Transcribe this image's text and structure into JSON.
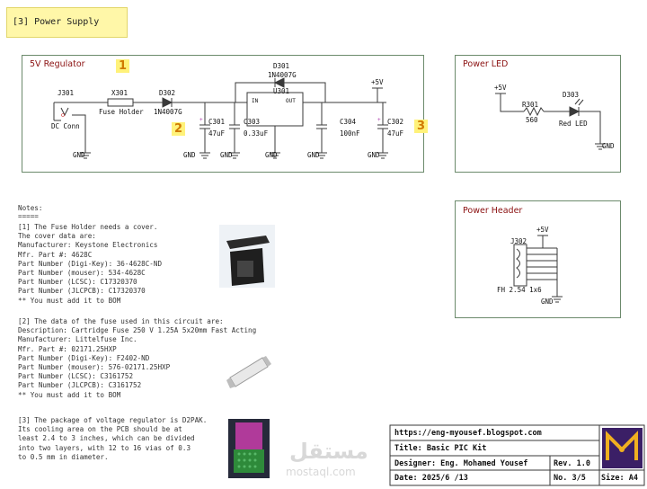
{
  "header": {
    "title": "[3] Power Supply"
  },
  "regulator": {
    "title": "5V Regulator",
    "badges": [
      "1",
      "2",
      "3"
    ],
    "parts": {
      "j301": "J301",
      "j301_val": "DC Conn",
      "x301": "X301",
      "x301_val": "Fuse Holder",
      "d302": "D302",
      "d302_val": "1N4007G",
      "d301": "D301",
      "d301_val": "1N4007G",
      "u301": "U301",
      "u301_in": "IN",
      "u301_out": "OUT",
      "c301": "C301",
      "c301_val": "47uF",
      "c303": "C303",
      "c303_val": "0.33uF",
      "c304": "C304",
      "c304_val": "100nF",
      "c302": "C302",
      "c302_val": "47uF",
      "vcc": "+5V",
      "gnd": "GND"
    }
  },
  "power_led": {
    "title": "Power LED",
    "vcc": "+5V",
    "r301": "R301",
    "r301_val": "560",
    "d303": "D303",
    "d303_val": "Red LED",
    "gnd": "GND"
  },
  "power_header": {
    "title": "Power Header",
    "vcc": "+5V",
    "j302": "J302",
    "j302_val": "FH 2.54 1x6",
    "gnd": "GND"
  },
  "notes": {
    "heading": "Notes:",
    "underline": "=====",
    "note1": "[1] The Fuse Holder needs a cover.\nThe cover data are:\nManufacturer: Keystone Electronics\nMfr. Part #: 4628C\nPart Number (Digi-Key): 36-4628C-ND\nPart Number (mouser): 534-4628C\nPart Number (LCSC): C17320370\nPart Number (JLCPCB): C17320370\n** You must add it to BOM",
    "note2": "[2] The data of the fuse used in this circuit are:\nDescription: Cartridge Fuse 250 V 1.25A 5x20mm Fast Acting\nManufacturer: Littelfuse Inc.\nMfr. Part #: 02171.25HXP\nPart Number (Digi-Key): F2402-ND\nPart Number (mouser): 576-02171.25HXP\nPart Number (LCSC): C3161752\nPart Number (JLCPCB): C3161752\n** You must add it to BOM",
    "note3": "[3] The package of voltage regulator is D2PAK.\nIts cooling area on the PCB should be at\nleast 2.4 to 3 inches, which can be divided\ninto two layers, with 12 to 16 vias of 0.3\nto 0.5 mm in diameter."
  },
  "title_block": {
    "url": "https://eng-myousef.blogspot.com",
    "title": "Title: Basic PIC Kit",
    "rev": "Rev. 1.0",
    "designer": "Designer: Eng. Mohamed Yousef",
    "date": "Date: 2025/6 /13",
    "no": "No. 3/5",
    "size": "Size: A4"
  },
  "watermark": {
    "arabic": "مستقل",
    "latin": "mostaql.com"
  },
  "colors": {
    "panel_title": "#8b1111",
    "wire": "#3a3a3a",
    "badge": "#fff27a",
    "badge_text": "#d07a00",
    "header_bg": "#fff7a8"
  }
}
